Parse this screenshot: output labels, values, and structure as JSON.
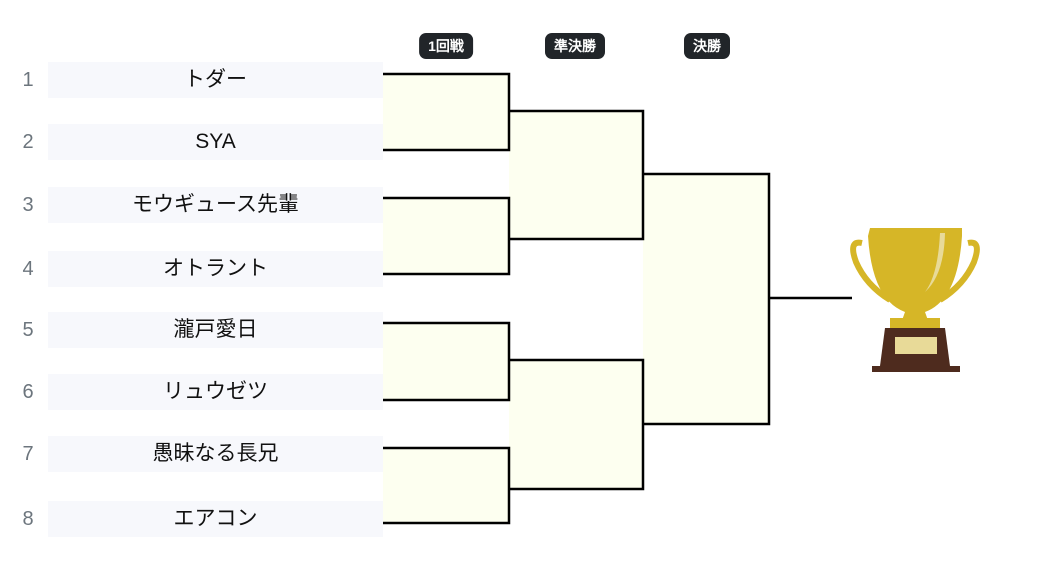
{
  "rounds": [
    "1回戦",
    "準決勝",
    "決勝"
  ],
  "players": [
    {
      "seed": "1",
      "name": "トダー"
    },
    {
      "seed": "2",
      "name": "SYA"
    },
    {
      "seed": "3",
      "name": "モウギュース先輩"
    },
    {
      "seed": "4",
      "name": "オトラント"
    },
    {
      "seed": "5",
      "name": "瀧戸愛日"
    },
    {
      "seed": "6",
      "name": "リュウゼツ"
    },
    {
      "seed": "7",
      "name": "愚昧なる長兄"
    },
    {
      "seed": "8",
      "name": "エアコン"
    }
  ],
  "colors": {
    "match_fill": "#fdfff0",
    "trophy_gold": "#d6b627",
    "trophy_base": "#4e2b1e"
  }
}
